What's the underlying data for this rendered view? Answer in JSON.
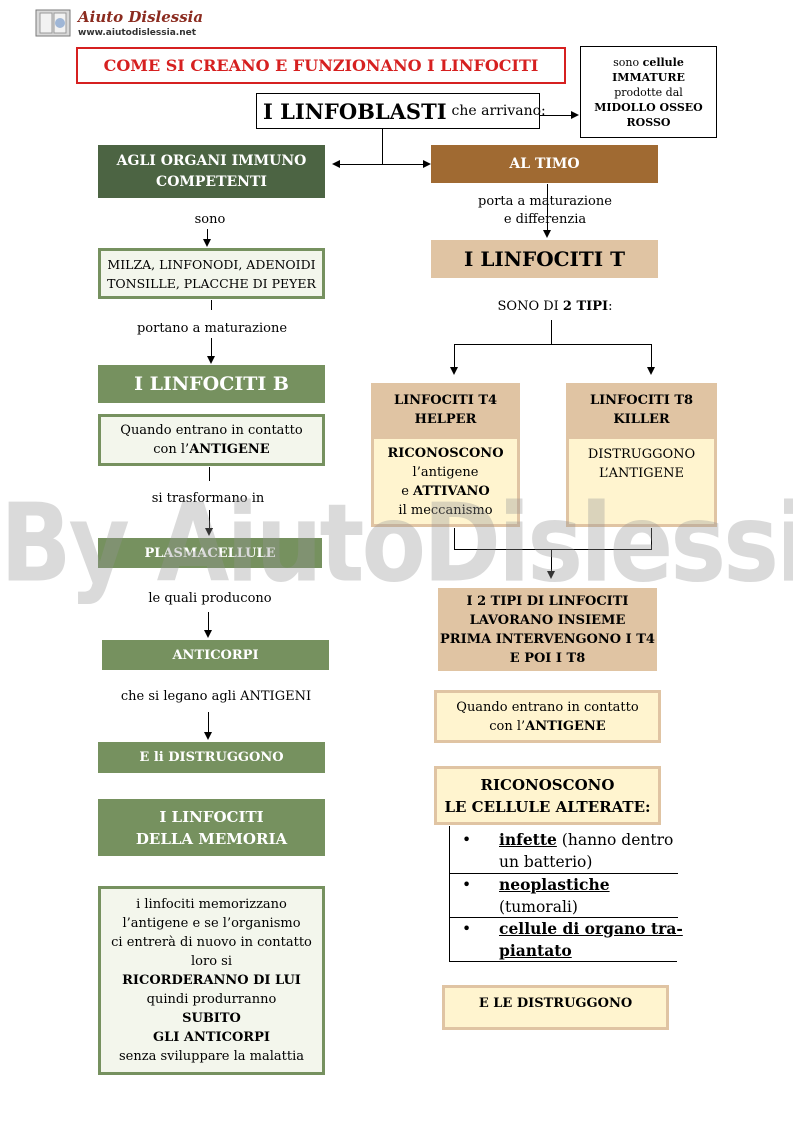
{
  "header": {
    "logo_title": "Aiuto Dislessia",
    "logo_url": "www.aiutodislessia.net",
    "watermark": "By AiutoDislessia.net"
  },
  "title": "COME SI CREANO E  FUNZIONANO I LINFOCITI",
  "linfoblasti": {
    "big": "I LINFOBLASTI",
    "small": "che arrivano:"
  },
  "note": {
    "l1": "sono",
    "l1b": "cellule",
    "l2": "IMMATURE",
    "l3": "prodotte dal",
    "l4": "MIDOLLO OSSEO",
    "l5": "ROSSO"
  },
  "left": {
    "organs": {
      "l1": "AGLI ORGANI IMMUNO",
      "l2": "COMPETENTI"
    },
    "sono": "sono",
    "milza": {
      "l1": "MILZA, LINFONODI, ADENOIDI",
      "l2": "TONSILLE, PLACCHE DI PEYER"
    },
    "portano": "portano a maturazione",
    "linfociti_b": "I  LINFOCITI  B",
    "contatto": {
      "l1": "Quando entrano in contatto",
      "l2a": "con l’",
      "l2b": "ANTIGENE"
    },
    "trasformano": "si trasformano in",
    "plasmacellule": "PLASMACELLULE",
    "producono": "le quali producono",
    "anticorpi": "ANTICORPI",
    "legano": "che si legano agli  ANTIGENI",
    "distruggono": "E li DISTRUGGONO",
    "memoria": {
      "l1": "I LINFOCITI",
      "l2": "DELLA MEMORIA"
    },
    "memoria_text": {
      "l1": "i  linfociti  memorizzano",
      "l2": "l’antigene e  se l’organismo",
      "l3": "ci entrerà di nuovo in contatto",
      "l4": "loro si",
      "l5": "RICORDERANNO DI LUI",
      "l6": "quindi produrranno",
      "l7": "SUBITO",
      "l8": "GLI  ANTICORPI",
      "l9": "senza sviluppare la malattia"
    }
  },
  "right": {
    "timo": "AL  TIMO",
    "porta": {
      "l1": "porta  a maturazione",
      "l2": "e differenzia"
    },
    "linfociti_t": "I LINFOCITI T",
    "tipi": {
      "a": "SONO DI ",
      "b": "2 TIPI",
      "c": ":"
    },
    "t4": {
      "h1": "LINFOCITI T4",
      "h2": "HELPER",
      "b1": "RICONOSCONO",
      "b2": "l’antigene",
      "b3a": "e ",
      "b3b": "ATTIVANO",
      "b4": "il meccanismo"
    },
    "t8": {
      "h1": "LINFOCITI T8",
      "h2": "KILLER",
      "b1": "DISTRUGGONO",
      "b2": "L’ANTIGENE"
    },
    "insieme": {
      "l1": "I 2 TIPI DI LINFOCITI",
      "l2": "LAVORANO INSIEME",
      "l3": "PRIMA INTERVENGONO I T4",
      "l4": "E POI I T8"
    },
    "contatto": {
      "l1": "Quando entrano in contatto",
      "l2a": "con l’",
      "l2b": "ANTIGENE"
    },
    "riconoscono": {
      "l1": "RICONOSCONO",
      "l2": "LE CELLULE ALTERATE:"
    },
    "bullets": [
      {
        "b": "infette",
        "rest": " (hanno dentro",
        "l2": "un batterio)"
      },
      {
        "b": "neoplastiche",
        "rest": "",
        "l2": "(tumorali)"
      },
      {
        "b": "cellule di organo tra-",
        "rest": "",
        "l2": "piantato"
      }
    ],
    "distruggono": "E  LE  DISTRUGGONO"
  }
}
